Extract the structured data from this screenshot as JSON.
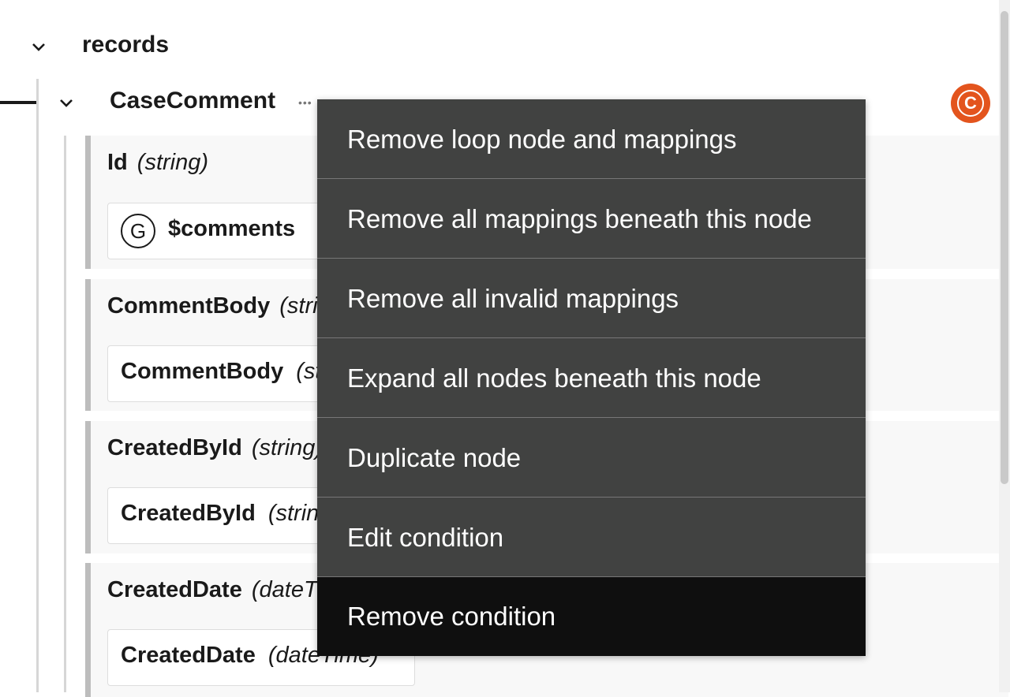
{
  "tree": {
    "root_label": "records",
    "loop_node_label": "CaseComment",
    "loop_badge": "C",
    "more_dots": "•••",
    "accent_color": "#e3541d"
  },
  "fields": [
    {
      "name": "Id",
      "type": "(string)",
      "mapping_badge": "G",
      "mapping_name": "$comments",
      "mapping_type": ""
    },
    {
      "name": "CommentBody",
      "type": "(string)",
      "mapping_badge": "",
      "mapping_name": "CommentBody",
      "mapping_type": "(string)"
    },
    {
      "name": "CreatedById",
      "type": "(string)",
      "mapping_badge": "",
      "mapping_name": "CreatedById",
      "mapping_type": "(string)"
    },
    {
      "name": "CreatedDate",
      "type": "(dateTime)",
      "mapping_badge": "",
      "mapping_name": "CreatedDate",
      "mapping_type": "(dateTime)"
    }
  ],
  "context_menu": {
    "items": [
      "Remove loop node and mappings",
      "Remove all mappings beneath this node",
      "Remove all invalid mappings",
      "Expand all nodes beneath this node",
      "Duplicate node",
      "Edit condition",
      "Remove condition"
    ],
    "active_index": 6
  }
}
